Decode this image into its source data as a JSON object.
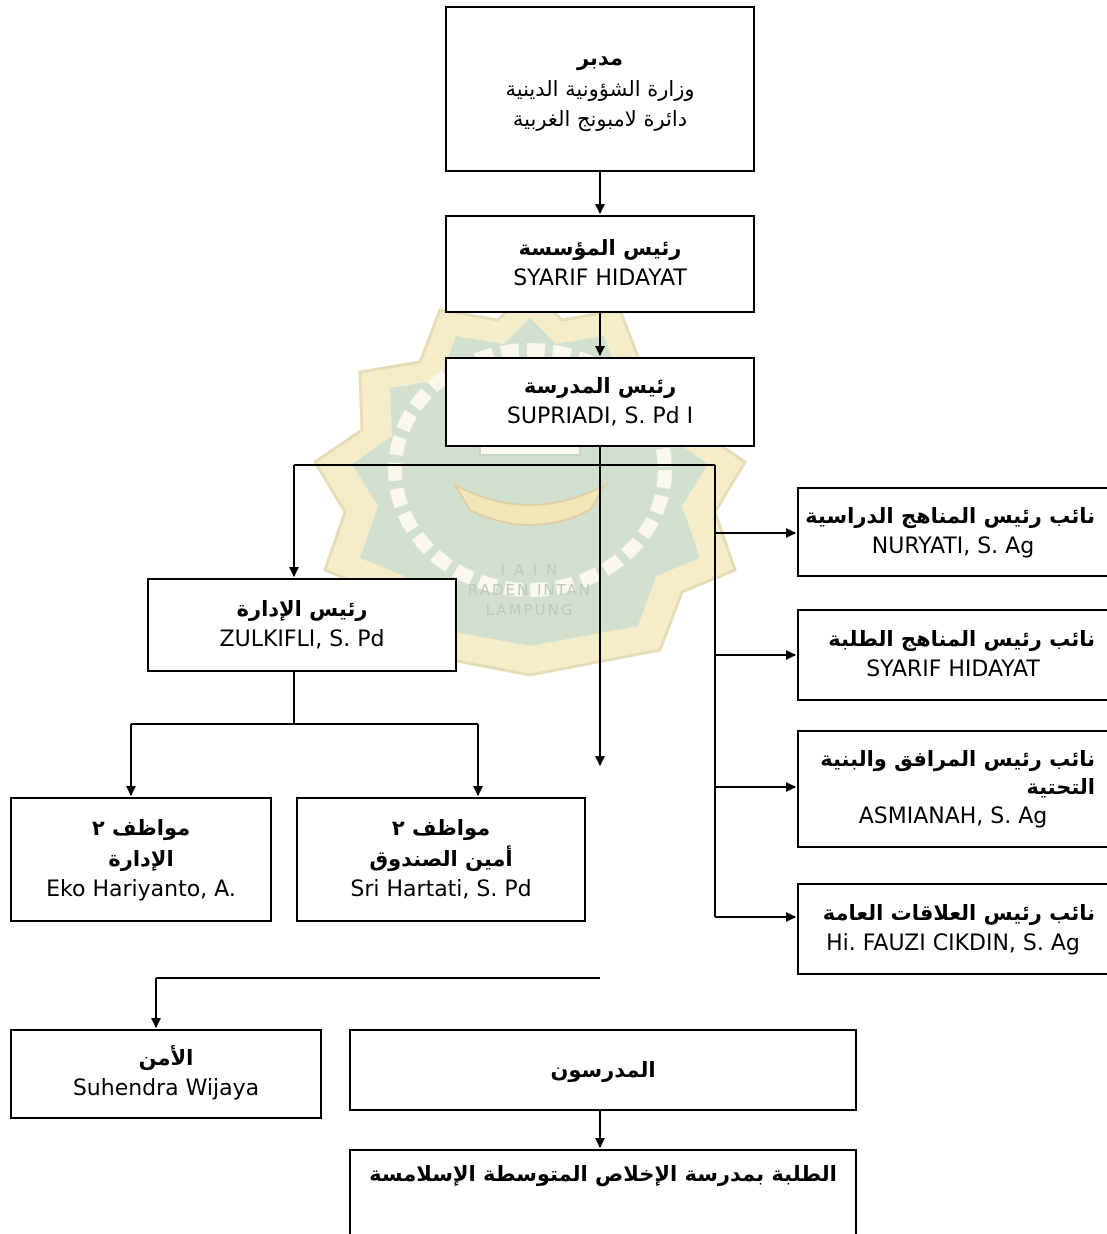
{
  "watermark": {
    "line1": "I A I N",
    "line2": "RADEN INTAN",
    "line3": "LAMPUNG",
    "colors": {
      "green": "#9dbb99",
      "gold": "#e8d690",
      "light": "#f7f2dc"
    }
  },
  "director": {
    "title": "مدبر",
    "line1": "وزارة الشؤونية الدينية",
    "line2": "دائرة لامبونج الغربية"
  },
  "foundation_head": {
    "title": "رئيس المؤسسة",
    "name": "SYARIF HIDAYAT"
  },
  "school_head": {
    "title": "رئيس المدرسة",
    "name": "SUPRIADI, S. Pd I"
  },
  "admin_head": {
    "title": "رئيس الإدارة",
    "name": "ZULKIFLI, S. Pd"
  },
  "staff_admin": {
    "title": "مواظف ٢",
    "role": "الإدارة",
    "name": "Eko Hariyanto, A."
  },
  "staff_treasurer": {
    "title": "مواظف ٢",
    "role": "أمين الصندوق",
    "name": "Sri Hartati, S. Pd"
  },
  "deputies": [
    {
      "title": "نائب رئيس المناهج الدراسية",
      "name": "NURYATI, S. Ag"
    },
    {
      "title": "نائب رئيس المناهج الطلبة",
      "name": "SYARIF HIDAYAT"
    },
    {
      "title": "نائب رئيس المرافق والبنية التحتية",
      "name": "ASMIANAH, S. Ag"
    },
    {
      "title": "نائب رئيس العلاقات العامة",
      "name": "Hi. FAUZI CIKDIN, S. Ag"
    }
  ],
  "security": {
    "title": "الأمن",
    "name": "Suhendra Wijaya"
  },
  "teachers": {
    "title": "المدرسون"
  },
  "students": {
    "title": "الطلبة بمدرسة الإخلاص المتوسطة الإسلامسة"
  }
}
